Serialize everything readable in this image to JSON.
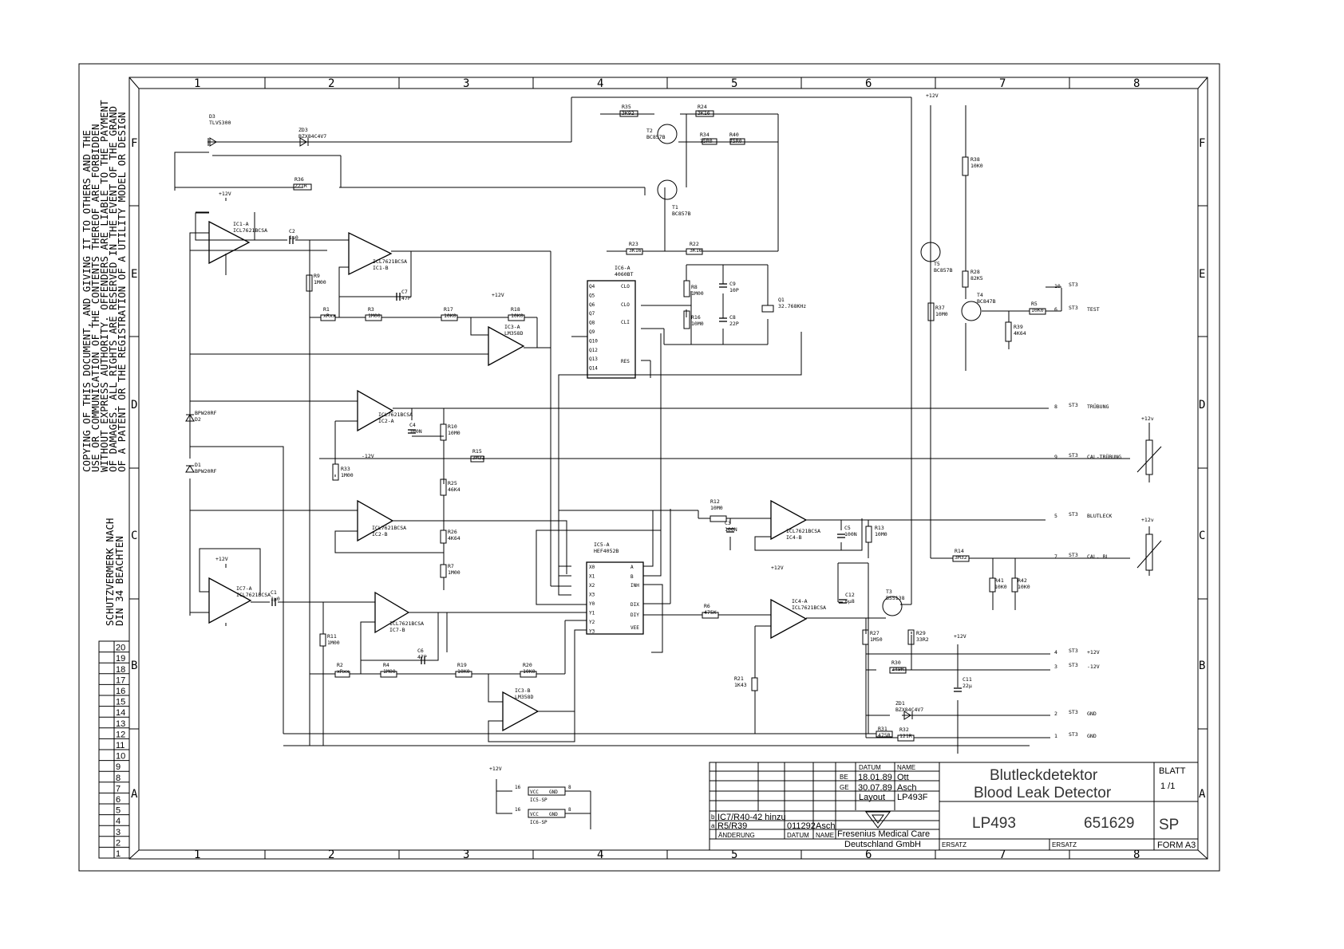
{
  "columns": [
    "1",
    "2",
    "3",
    "4",
    "5",
    "6",
    "7",
    "8"
  ],
  "rows": [
    "F",
    "E",
    "D",
    "C",
    "B",
    "A"
  ],
  "copyright": [
    "COPYING OF THIS DOCUMENT, AND GIVING IT TO OTHERS AND THE",
    "USE OR COMMUNICATION OF THE CONTENTS THEREOF ARE FORBIDDEN",
    "WITHOUT EXPRESS AUTHORITY. OFFENDERS ARE LIABLE TO THE PAYMENT",
    "OF DAMAGES. ALL RIGHTS ARE RESERVED IN THE EVENT OF THE GRAND",
    "OF A PATENT OR THE REGISTRATION OF A UTILITY MODEL OR DESIGN"
  ],
  "protection_note": [
    "SCHUTZVERMERK NACH",
    "DIN 34 BEACHTEN"
  ],
  "revision_index": [
    "20",
    "19",
    "18",
    "17",
    "16",
    "15",
    "14",
    "13",
    "12",
    "11",
    "10",
    "9",
    "8",
    "7",
    "6",
    "5",
    "4",
    "3",
    "2",
    "1"
  ],
  "ic_labels": {
    "ic1a": [
      "IC1-A",
      "ICL7621BCSA"
    ],
    "ic1b": [
      "ICL7621BCSA",
      "IC1-B"
    ],
    "ic3a": [
      "IC3-A",
      "LM358D"
    ],
    "ic2a": [
      "ICL7621BCSA",
      "IC2-A"
    ],
    "ic2b": [
      "ICL7621BCSA",
      "IC2-B"
    ],
    "ic7a": [
      "IC7-A",
      "ICL7621BCSA"
    ],
    "ic7b": [
      "ICL7621BCSA",
      "IC7-B"
    ],
    "ic3b": [
      "IC3-B",
      "LM358D"
    ],
    "ic4b": [
      "ICL7621BCSA",
      "IC4-B"
    ],
    "ic4a": [
      "IC4-A",
      "ICL7621BCSA"
    ],
    "ic6": [
      "IC6-A",
      "4060BT"
    ],
    "ic5": [
      "IC5-A",
      "HEF4052B"
    ]
  },
  "ic6_pins_left": [
    "Q4",
    "Q5",
    "Q6",
    "Q7",
    "Q8",
    "Q9",
    "Q10",
    "Q12",
    "Q13",
    "Q14"
  ],
  "ic6_pins_right": [
    "CLO",
    "CLO",
    "CLI",
    "RES"
  ],
  "ic5_pins_left": [
    "X0",
    "X1",
    "X2",
    "X3",
    "Y0",
    "Y1",
    "Y2",
    "Y3"
  ],
  "ic5_pins_right": [
    "A",
    "B",
    "INH",
    "DIX",
    "DIY",
    "VEE"
  ],
  "components": {
    "d3": [
      "D3",
      "TLV5300"
    ],
    "zd3": [
      "ZD3",
      "BZX84C4V7"
    ],
    "r36": [
      "R36",
      "221R"
    ],
    "r35": [
      "R35",
      "3K92"
    ],
    "r24": [
      "R24",
      "3K16"
    ],
    "t2": [
      "T2",
      "BC857B"
    ],
    "r34": [
      "R34",
      "75R0"
    ],
    "r40": [
      "R40",
      "75R0"
    ],
    "t1": [
      "T1",
      "BC857B"
    ],
    "c2": [
      "C2",
      "1µ0"
    ],
    "r9": [
      "R9",
      "1M00"
    ],
    "c7": [
      "C7",
      "47P"
    ],
    "r1": [
      "R1",
      "xRxx"
    ],
    "r3": [
      "R3",
      "1M00"
    ],
    "r17": [
      "R17",
      "10K0"
    ],
    "r18": [
      "R18",
      "10K0"
    ],
    "r23": [
      "R23",
      "3K16"
    ],
    "r22": [
      "R22",
      "3K16"
    ],
    "r8": [
      "R8",
      "1M00"
    ],
    "c9": [
      "C9",
      "10P"
    ],
    "q1": [
      "Q1",
      "32.768KHz"
    ],
    "r16": [
      "R16",
      "10M0"
    ],
    "c8": [
      "C8",
      "22P"
    ],
    "r38": [
      "R38",
      "10K0"
    ],
    "t5": [
      "T5",
      "BC857B"
    ],
    "r28": [
      "R28",
      "82K5"
    ],
    "t4": [
      "T4",
      "BC847B"
    ],
    "r37": [
      "R37",
      "10M0"
    ],
    "r5": [
      "R5",
      "10K0"
    ],
    "r39": [
      "R39",
      "4K64"
    ],
    "d2": [
      "BPW20RF",
      "D2"
    ],
    "c4": [
      "C4",
      "100N"
    ],
    "r10": [
      "R10",
      "10M0"
    ],
    "r15": [
      "R15",
      "3M32"
    ],
    "d1": [
      "D1",
      "BPW20RF"
    ],
    "r33": [
      "R33",
      "1M00"
    ],
    "r25": [
      "R25",
      "46K4"
    ],
    "r26": [
      "R26",
      "4K64"
    ],
    "r7": [
      "R7",
      "1M00"
    ],
    "r12": [
      "R12",
      "10M0"
    ],
    "c3": [
      "C3",
      "100N"
    ],
    "c5": [
      "C5",
      "100N"
    ],
    "r13": [
      "R13",
      "10M0"
    ],
    "r14": [
      "R14",
      "3M32"
    ],
    "r41": [
      "R41",
      "10K0"
    ],
    "r42": [
      "R42",
      "10K0"
    ],
    "c1": [
      "C1",
      "1µ0"
    ],
    "r11": [
      "R11",
      "1M00"
    ],
    "c6": [
      "C6",
      "47P"
    ],
    "r2": [
      "R2",
      "xRxx"
    ],
    "r4": [
      "R4",
      "1M00"
    ],
    "r19": [
      "R19",
      "10K0"
    ],
    "r20": [
      "R20",
      "10K0"
    ],
    "r6": [
      "R6",
      "475K"
    ],
    "c12": [
      "C12",
      "6µ8"
    ],
    "t3": [
      "T3",
      "BSS138"
    ],
    "r27": [
      "R27",
      "1M50"
    ],
    "r29": [
      "R29",
      "33R2"
    ],
    "r21": [
      "R21",
      "1K43"
    ],
    "r30": [
      "R30",
      "249R"
    ],
    "c11": [
      "C11",
      "22µ"
    ],
    "zd1": [
      "ZD1",
      "BZX84C4V7"
    ],
    "r31": [
      "R31",
      "475R"
    ],
    "r32": [
      "R32",
      "121R"
    ]
  },
  "supply": {
    "pos": "+12V",
    "neg": "-12V",
    "pos_small": "+12v"
  },
  "connectors": [
    {
      "num": "10",
      "ref": "ST3",
      "signal": ""
    },
    {
      "num": "6",
      "ref": "ST3",
      "signal": "TEST"
    },
    {
      "num": "8",
      "ref": "ST3",
      "signal": "TRÜBUNG"
    },
    {
      "num": "9",
      "ref": "ST3",
      "signal": "CAL-TRÜBUNG"
    },
    {
      "num": "5",
      "ref": "ST3",
      "signal": "BLUTLECK"
    },
    {
      "num": "7",
      "ref": "ST3",
      "signal": "CAL. BL"
    },
    {
      "num": "4",
      "ref": "ST3",
      "signal": "+12V"
    },
    {
      "num": "3",
      "ref": "ST3",
      "signal": "-12V"
    },
    {
      "num": "2",
      "ref": "ST3",
      "signal": "GND"
    },
    {
      "num": "1",
      "ref": "ST3",
      "signal": "GND"
    }
  ],
  "power_boxes": [
    {
      "pins": "16",
      "vcc": "VCC",
      "gnd": "GND",
      "ref": "IC5-SP",
      "pin2": "8"
    },
    {
      "pins": "16",
      "vcc": "VCC",
      "gnd": "GND",
      "ref": "IC6-SP",
      "pin2": "8"
    }
  ],
  "title_block": {
    "title_de": "Blutleckdetektor",
    "title_en": "Blood Leak Detector",
    "hdr_datum": "DATUM",
    "hdr_name": "NAME",
    "be_label": "BE",
    "be_date": "18.01.89",
    "be_name": "Ott",
    "ge_label": "GE",
    "ge_date": "30.07.89",
    "ge_name": "Asch",
    "layout_label": "Layout",
    "layout_value": "LP493F",
    "company_1": "Fresenius Medical Care",
    "company_2": "Deutschland GmbH",
    "blatt_label": "BLATT",
    "blatt_value": "1  /1",
    "drawing_no": "LP493",
    "part_no": "651629",
    "sp": "SP",
    "format": "FORM A3",
    "ersatz1": "ERSATZ",
    "ersatz2": "ERSATZ",
    "rev_b_idx": "b",
    "rev_b_text": "IC7/R40-42 hinzu",
    "rev_a_idx": "a",
    "rev_a_text": "R5/R39",
    "rev_a_date": "011292",
    "rev_a_name": "Asch",
    "hdr_aenderung": "ÄNDERUNG",
    "hdr_datum2": "DATUM",
    "hdr_name2": "NAME"
  }
}
